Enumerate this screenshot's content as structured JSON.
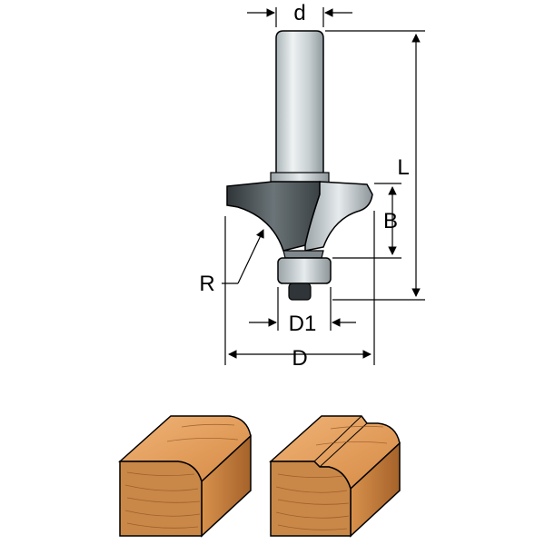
{
  "diagram": {
    "labels": {
      "shank_diameter": "d",
      "overall_length": "L",
      "cutting_height": "B",
      "radius": "R",
      "bearing_diameter": "D1",
      "cutting_diameter": "D"
    },
    "colors": {
      "shank": "#d4dde0",
      "cutter": "#4b5458",
      "bearing": "#c9d2d6",
      "wood_top": "#e9a86a",
      "wood_side": "#b8743a",
      "wood_end": "#c98848",
      "outline": "#000000"
    },
    "samples": [
      {
        "name": "rounded-edge-sample"
      },
      {
        "name": "beaded-edge-sample"
      }
    ]
  }
}
